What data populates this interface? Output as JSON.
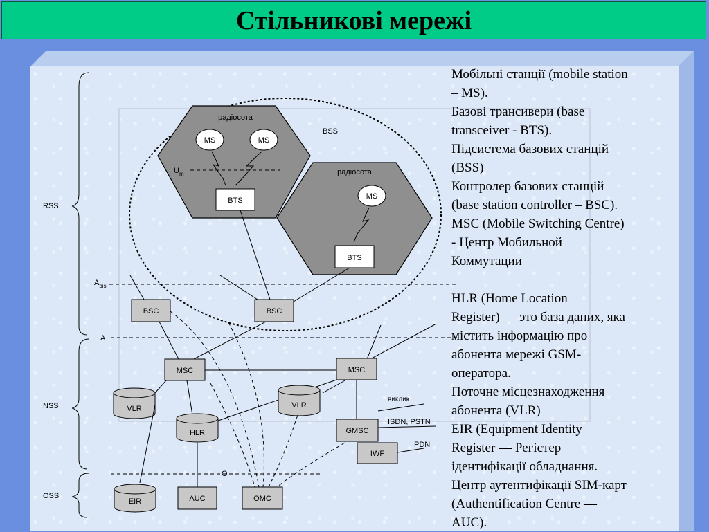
{
  "title": "Стільникові мережі",
  "diagram": {
    "radiocell_1": "радіосота",
    "radiocell_2": "радіосота",
    "bss": "BSS",
    "ms_1": "MS",
    "ms_2": "MS",
    "ms_3": "MS",
    "bts_1": "BTS",
    "bts_2": "BTS",
    "bsc_1": "BSC",
    "bsc_2": "BSC",
    "msc_1": "MSC",
    "msc_2": "MSC",
    "vlr_1": "VLR",
    "vlr_2": "VLR",
    "hlr": "HLR",
    "gmsc": "GMSC",
    "iwf": "IWF",
    "eir": "EIR",
    "auc": "AUC",
    "omc": "OMC",
    "um": "U",
    "um_sub": "m",
    "abis": "A",
    "abis_sub": "bis",
    "a": "A",
    "o": "O",
    "rss": "RSS",
    "nss": "NSS",
    "oss": "OSS",
    "call": "виклик",
    "isdn_pstn": "ISDN, PSTN",
    "pdn": "PDN"
  },
  "text_lines": [
    "Мобільні станції (mobile station",
    "– MS).",
    "Базові трансивери (base",
    "transceiver - BTS).",
    " Підсистема базових станцій",
    "(BSS)",
    "Контролер базових станцій",
    "(base station controller – BSC).",
    "MSC (Mobile Switching Centre)",
    "- Центр Мобильной",
    "Коммутации",
    "",
    "HLR (Home Location",
    "Register) — это база даних, яка",
    "містить інформацію про",
    "абонента мережі GSM-",
    "оператора.",
    "Поточне місцезнаходження",
    "абонента (VLR)",
    "EIR (Equipment Identity",
    "Register — Регістер",
    "ідентифікації обладнання.",
    "Центр аутентифікації SIM-карт",
    "(Authentification Centre —",
    "AUC)."
  ]
}
